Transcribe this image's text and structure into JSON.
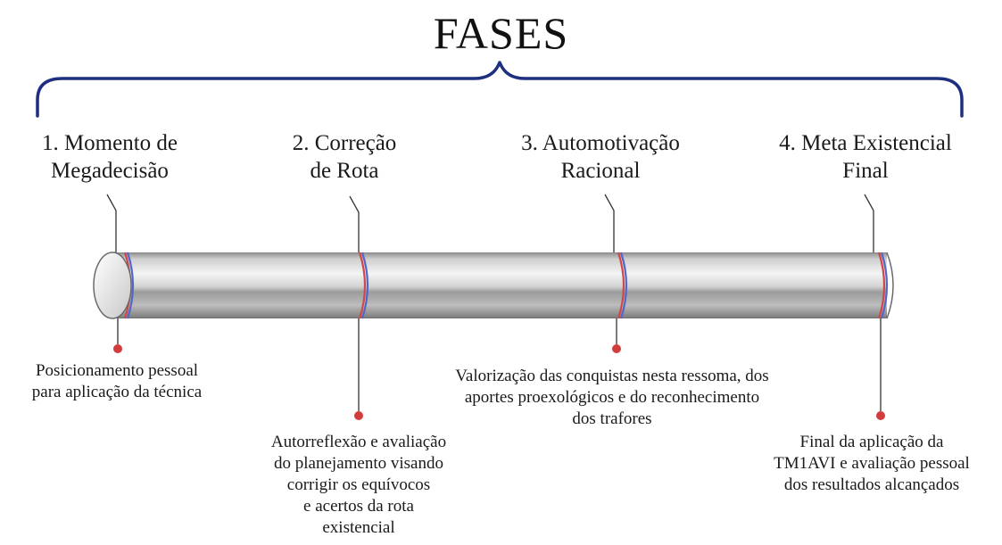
{
  "title": "FASES",
  "colors": {
    "bracket": "#1f2f80",
    "band": "#5566c8",
    "band_edge": "#d24848",
    "dot": "#d23c3c",
    "leader": "#333333"
  },
  "phases": [
    {
      "lines": [
        "1. Momento de",
        "Megadecisão"
      ]
    },
    {
      "lines": [
        "2. Correção",
        "de Rota"
      ]
    },
    {
      "lines": [
        "3. Automotivação",
        "Racional"
      ]
    },
    {
      "lines": [
        "4. Meta Existencial",
        "Final"
      ]
    }
  ],
  "descriptions": [
    {
      "lines": [
        "Posicionamento pessoal",
        "para aplicação da técnica"
      ]
    },
    {
      "lines": [
        "Autorreflexão e avaliação",
        "do planejamento visando",
        "corrigir os equívocos",
        "e acertos da rota",
        "existencial"
      ]
    },
    {
      "lines": [
        "Valorização das conquistas nesta ressoma, dos",
        "aportes proexológicos e do reconhecimento",
        "dos trafores"
      ]
    },
    {
      "lines": [
        "Final da aplicação da",
        "TM1AVI e avaliação pessoal",
        "dos resultados alcançados"
      ]
    }
  ]
}
